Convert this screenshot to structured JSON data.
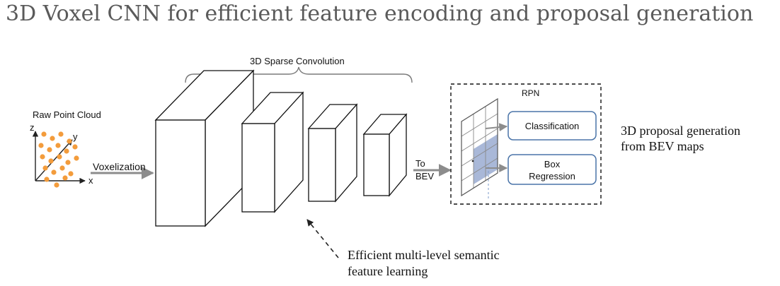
{
  "title": "3D Voxel CNN for efficient feature encoding and proposal generation",
  "diagram": {
    "point_cloud": {
      "label": "Raw Point Cloud",
      "axis_x": "x",
      "axis_y": "y",
      "axis_z": "z"
    },
    "voxelization_label": "Voxelization",
    "sparse_conv_label": "3D Sparse Convolution",
    "to_bev_line1": "To",
    "to_bev_line2": "BEV",
    "rpn": {
      "label": "RPN",
      "classification_label": "Classification",
      "box_regression_line1": "Box",
      "box_regression_line2": "Regression"
    },
    "proposal_note_line1": "3D proposal generation",
    "proposal_note_line2": "from BEV maps",
    "semantic_note_line1": "Efficient multi-level semantic",
    "semantic_note_line2": "feature learning",
    "colors": {
      "point": "#f39c3c",
      "bev_highlight": "#a9b8d8",
      "head_box_border": "#4a74a8",
      "arrow": "#8c8c8c"
    }
  }
}
